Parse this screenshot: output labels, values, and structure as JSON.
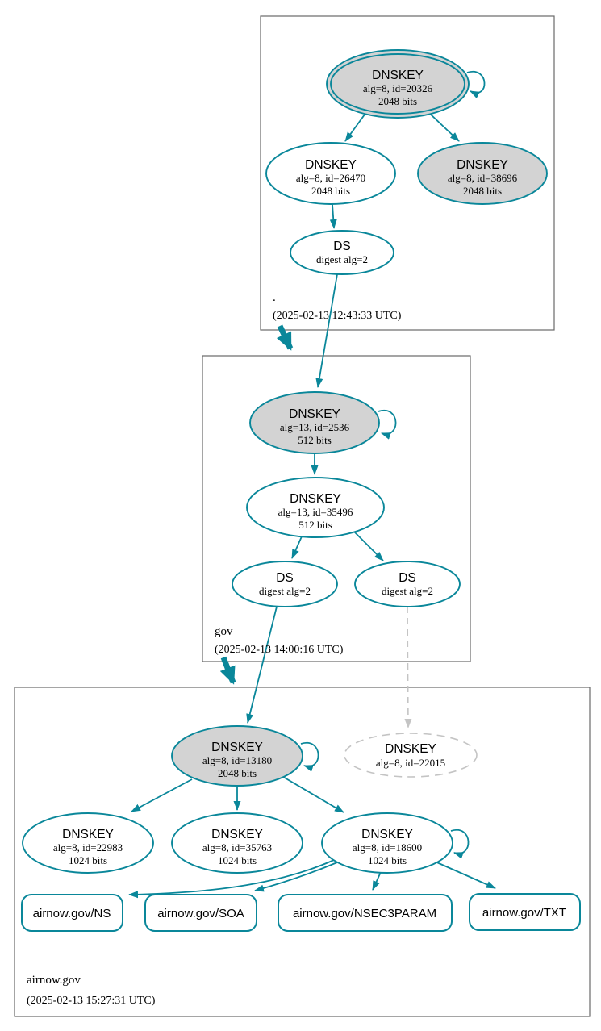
{
  "diagram_type": "dnssec-authentication-chain",
  "colors": {
    "secure_teal": "#0a879a",
    "node_fill_gray": "#d3d3d3",
    "missing_dashed_gray": "#c4c4c4",
    "cluster_border_gray": "#696969"
  },
  "zones": [
    {
      "name": ".",
      "timestamp": "(2025-02-13 12:43:33 UTC)",
      "nodes": {
        "ksk": {
          "type": "DNSKEY",
          "detail": "alg=8, id=20326",
          "bits": "2048 bits"
        },
        "zsk": {
          "type": "DNSKEY",
          "detail": "alg=8, id=26470",
          "bits": "2048 bits"
        },
        "alt": {
          "type": "DNSKEY",
          "detail": "alg=8, id=38696",
          "bits": "2048 bits"
        },
        "ds": {
          "type": "DS",
          "detail": "digest alg=2"
        }
      }
    },
    {
      "name": "gov",
      "timestamp": "(2025-02-13 14:00:16 UTC)",
      "nodes": {
        "ksk": {
          "type": "DNSKEY",
          "detail": "alg=13, id=2536",
          "bits": "512 bits"
        },
        "zsk": {
          "type": "DNSKEY",
          "detail": "alg=13, id=35496",
          "bits": "512 bits"
        },
        "ds1": {
          "type": "DS",
          "detail": "digest alg=2"
        },
        "ds2": {
          "type": "DS",
          "detail": "digest alg=2"
        }
      }
    },
    {
      "name": "airnow.gov",
      "timestamp": "(2025-02-13 15:27:31 UTC)",
      "nodes": {
        "ksk": {
          "type": "DNSKEY",
          "detail": "alg=8, id=13180",
          "bits": "2048 bits"
        },
        "missing": {
          "type": "DNSKEY",
          "detail": "alg=8, id=22015"
        },
        "zsk1": {
          "type": "DNSKEY",
          "detail": "alg=8, id=22983",
          "bits": "1024 bits"
        },
        "zsk2": {
          "type": "DNSKEY",
          "detail": "alg=8, id=35763",
          "bits": "1024 bits"
        },
        "zsk3": {
          "type": "DNSKEY",
          "detail": "alg=8, id=18600",
          "bits": "1024 bits"
        }
      },
      "rrsets": [
        {
          "label": "airnow.gov/NS"
        },
        {
          "label": "airnow.gov/SOA"
        },
        {
          "label": "airnow.gov/NSEC3PARAM"
        },
        {
          "label": "airnow.gov/TXT"
        }
      ]
    }
  ]
}
